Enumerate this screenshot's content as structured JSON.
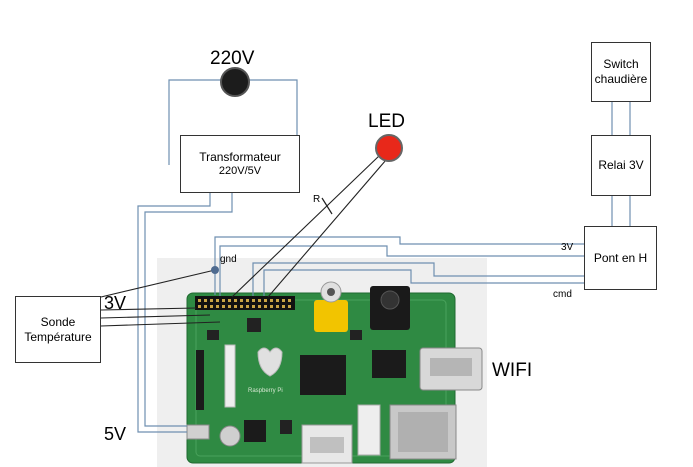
{
  "labels": {
    "power_in": "220V",
    "transformer_line1": "Transformateur",
    "transformer_line2": "220V/5V",
    "led": "LED",
    "resistor": "R",
    "switch_line1": "Switch",
    "switch_line2": "chaudière",
    "relay": "Relai 3V",
    "h_bridge": "Pont en H",
    "gnd": "gnd",
    "v3_pin": "3V",
    "v3_sensor": "3V",
    "cmd": "cmd",
    "sensor_line1": "Sonde",
    "sensor_line2": "Température",
    "v5": "5V",
    "wifi": "WIFI"
  },
  "board_photo": {
    "chip_marking": "Raspberry Pi"
  },
  "colors": {
    "wire_blue": "#6f8fb0",
    "wire_dark": "#222222",
    "led_red": "#e8281a",
    "plug_black": "#1c1c1c",
    "pcb_green": "#2f8a43",
    "photo_bg": "#eeeeee"
  }
}
